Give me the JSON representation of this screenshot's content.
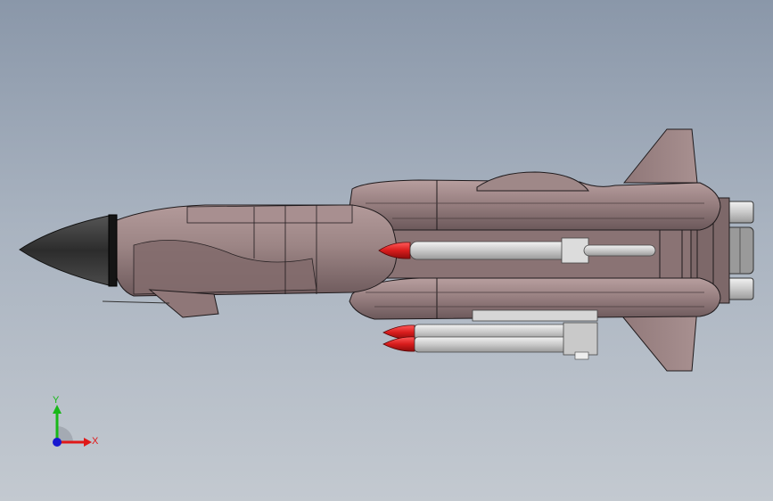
{
  "model_view": {
    "subject": "rocket-aircraft-model",
    "colors": {
      "background_top": "#8a97a9",
      "background_bottom": "#c3c9d0",
      "hull": "#9c8585",
      "hull_dark": "#6e5a5c",
      "edge": "#1f1a1c",
      "nose_cone": "#3a3a3a",
      "missile_tip": "#d81c1c",
      "missile_body": "#d9d9d9",
      "nozzle": "#c8c8c8"
    }
  },
  "triad": {
    "x_label": "X",
    "y_label": "Y",
    "x_color": "#e01818",
    "y_color": "#18b818",
    "z_color": "#1818d0"
  }
}
